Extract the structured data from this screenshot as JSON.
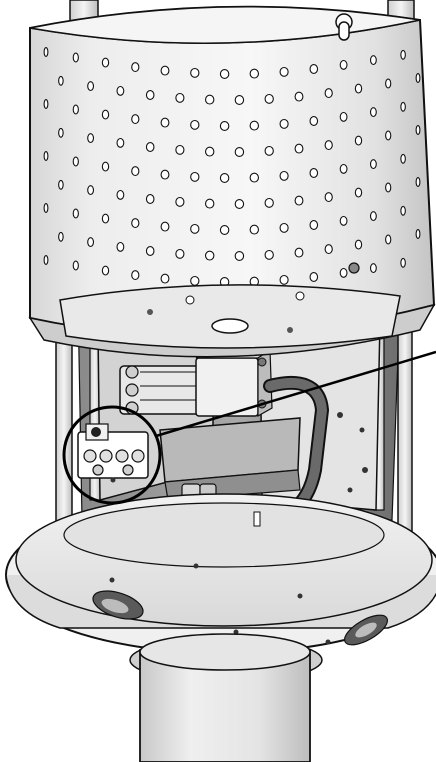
{
  "figure": {
    "subject": "cylindrical-enclosure-cutaway",
    "callout": {
      "highlighted_part": "terminal-block-connector",
      "style": "circle-with-leader-line"
    },
    "colors": {
      "outline": "#111111",
      "light_surface": "#e6e6e6",
      "mid_surface": "#c9c9c9",
      "dark_surface": "#7a7a7a",
      "deep_shadow": "#4a4a4a",
      "background": "#ffffff"
    }
  }
}
